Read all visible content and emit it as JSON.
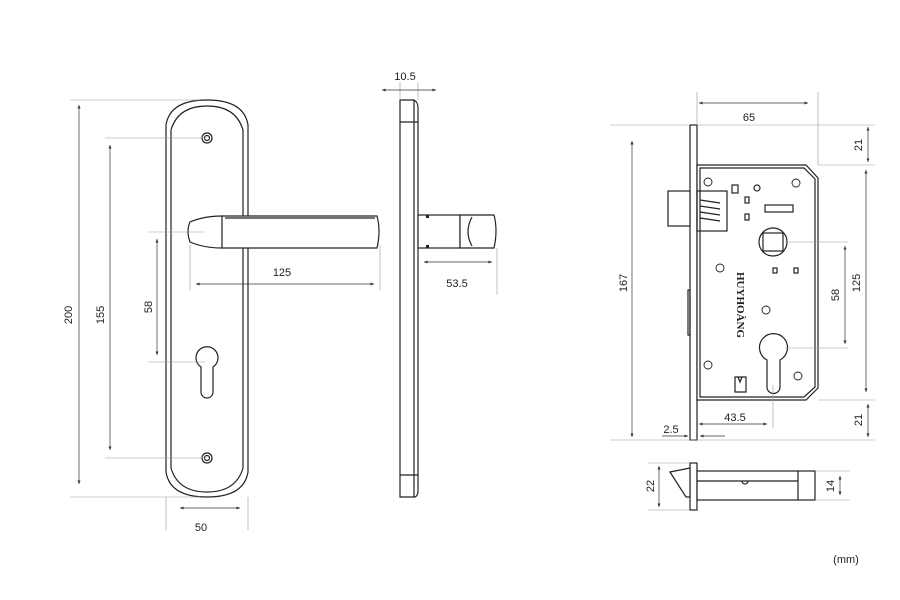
{
  "units_label": "(mm)",
  "brand": "HUYHOÀNG",
  "handle_front": {
    "height": "200",
    "screw_spacing": "155",
    "handle_to_key": "58",
    "lever_length": "125",
    "plate_width": "50"
  },
  "handle_side": {
    "thickness": "10.5",
    "projection": "53.5"
  },
  "lock_body": {
    "depth": "65",
    "top_offset": "21",
    "body_height": "125",
    "center_distance": "58",
    "faceplate_height": "167",
    "bottom_offset": "21",
    "backset": "43.5",
    "faceplate_thickness": "2.5"
  },
  "lock_bottom": {
    "faceplate_width": "22",
    "body_width": "14"
  },
  "colors": {
    "line": "#222222",
    "dimension": "#333333"
  }
}
